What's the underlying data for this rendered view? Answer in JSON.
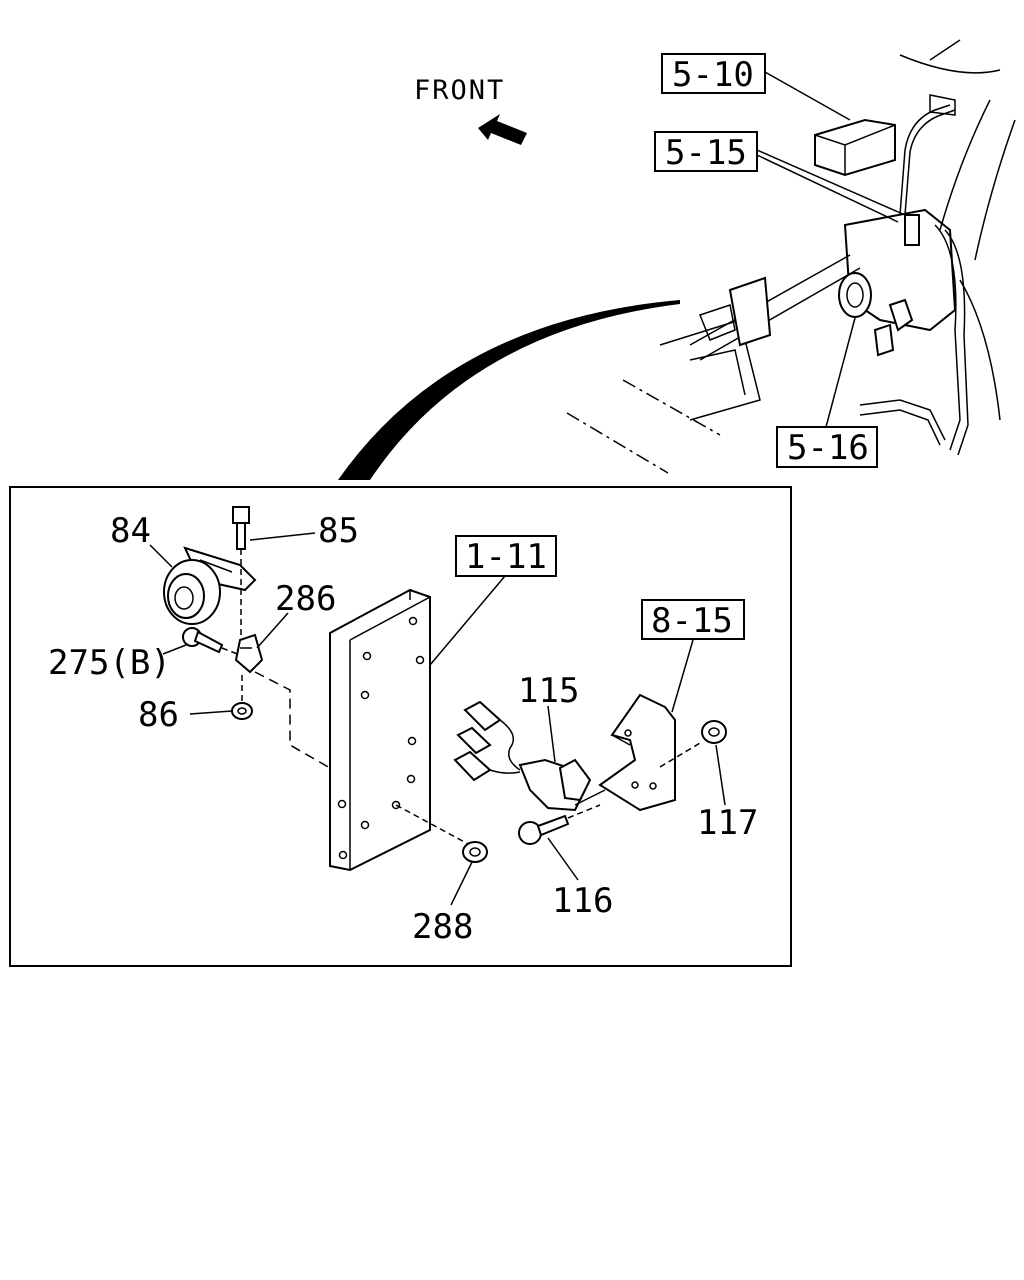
{
  "direction_label": "FRONT",
  "reference_boxes": {
    "ref_5_10": "5-10",
    "ref_5_15": "5-15",
    "ref_5_16": "5-16",
    "ref_1_11": "1-11",
    "ref_8_15": "8-15"
  },
  "part_numbers": {
    "p84": "84",
    "p85": "85",
    "p286": "286",
    "p275b": "275(B)",
    "p86": "86",
    "p115": "115",
    "p116": "116",
    "p117": "117",
    "p288": "288"
  },
  "colors": {
    "line": "#000000",
    "background": "#ffffff"
  }
}
